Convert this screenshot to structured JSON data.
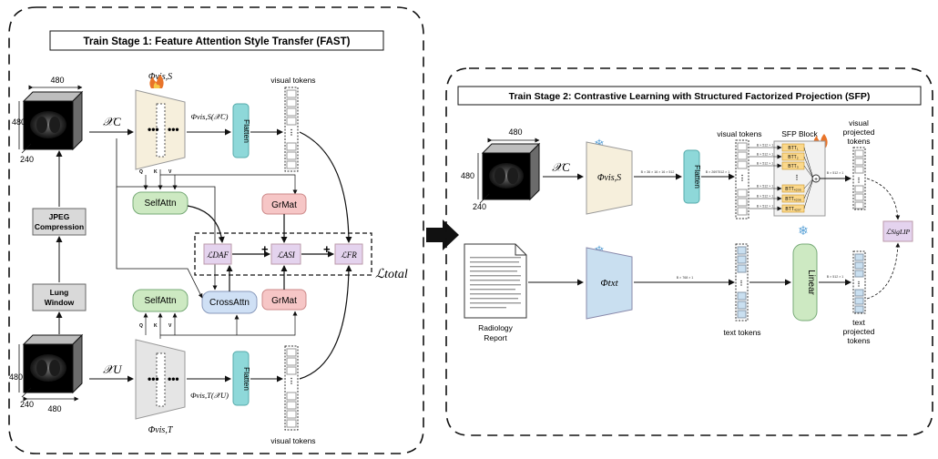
{
  "stage1": {
    "title": "Train Stage 1: Feature Attention Style Transfer (FAST)",
    "dim_480_top": "480",
    "dim_480_side": "480",
    "dim_240": "240",
    "dim_480_bottom_side": "480",
    "dim_240_bottom": "240",
    "dim_480_bottom": "480",
    "x_c": "𝒳C",
    "x_u": "𝒳U",
    "phi_vis_s": "Φvis,S",
    "phi_vis_s_out": "Φvis,S(𝒳C)",
    "phi_vis_t": "Φvis,T",
    "phi_vis_t_out": "Φvis,T(𝒳U)",
    "jpeg_line1": "JPEG",
    "jpeg_line2": "Compression",
    "lung_line1": "Lung",
    "lung_line2": "Window",
    "flatten": "Flatten",
    "visual_tokens_top": "visual tokens",
    "visual_tokens_bottom": "visual tokens",
    "self_attn_top": "SelfAttn",
    "self_attn_bottom": "SelfAttn",
    "cross_attn": "CrossAttn",
    "grmat_top": "GrMat",
    "grmat_bottom": "GrMat",
    "q_label": "Q",
    "k_label": "K",
    "v_label": "V",
    "q_bottom": "Q",
    "k_bottom": "K",
    "v_bottom": "V",
    "loss_daf": "ℒDAF",
    "loss_asi": "ℒASI",
    "loss_fr": "ℒFR",
    "plus": "+",
    "loss_total": "ℒtotal"
  },
  "stage2": {
    "title": "Train Stage 2: Contrastive Learning with Structured Factorized Projection (SFP)",
    "dim_480_top": "480",
    "dim_480_side": "480",
    "dim_240": "240",
    "x_c": "𝒳C",
    "phi_vis_s": "Φvis,S",
    "phi_txt": "Φtxt",
    "flatten": "Flatten",
    "linear": "Linear",
    "visual_tokens": "visual tokens",
    "sfp_block": "SFP Block",
    "visual_projected_line1": "visual",
    "visual_projected_line2": "projected",
    "visual_projected_line3": "tokens",
    "text_tokens": "text tokens",
    "text_projected_line1": "text",
    "text_projected_line2": "projected",
    "text_projected_line3": "tokens",
    "report_line1": "Radiology",
    "report_line2": "Report",
    "loss_siglip": "ℒSigLIP",
    "shape_vis_backbone": "B × 36 × 16 × 16 × 512",
    "shape_flatten": "B × 2697512 × 1",
    "shape_sfp_in": "B × 512 × 1",
    "shape_sfp_out": "B × 512 × 1",
    "shape_txt": "B × 768 × 1",
    "shape_linear": "B × 512 × 1",
    "btt_items": [
      "BTT₁",
      "BTT₂",
      "BTT₃",
      "BTT₄₂₀₅",
      "BTT₄₂₀₆",
      "BTT₄₂₀₇"
    ]
  }
}
